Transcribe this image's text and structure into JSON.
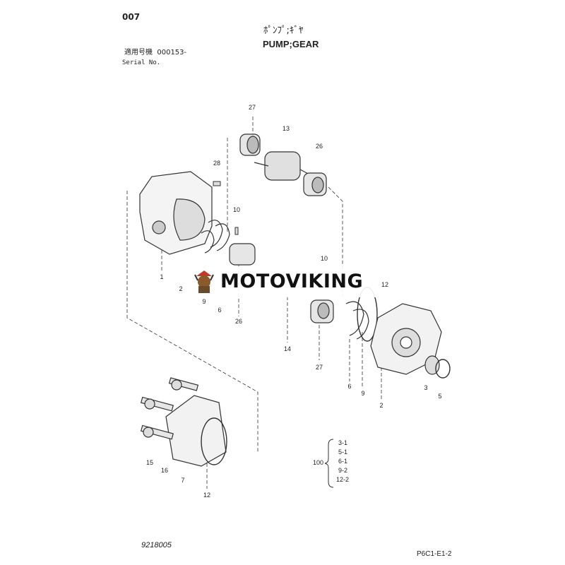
{
  "header": {
    "page_code": "007",
    "title_jp": "ﾎﾟﾝﾌﾟ;ｷﾞﾔ",
    "title_en": "PUMP;GEAR",
    "serial_label_jp": "適用号機",
    "serial_value": "000153-",
    "serial_label_en": "Serial No."
  },
  "callouts": [
    "27",
    "13",
    "26",
    "28",
    "10",
    "1",
    "2",
    "9",
    "6",
    "26",
    "10",
    "12",
    "14",
    "27",
    "6",
    "9",
    "2",
    "3",
    "5",
    "15",
    "16",
    "7",
    "12"
  ],
  "kit_legend": {
    "kit_number": "100",
    "items": [
      "3-1",
      "5-1",
      "6-1",
      "9-2",
      "12-2"
    ]
  },
  "watermark": {
    "text": "MOTOVIKING"
  },
  "footer": {
    "drawing_number": "9218005",
    "page_ref": "P6C1-E1-2"
  }
}
